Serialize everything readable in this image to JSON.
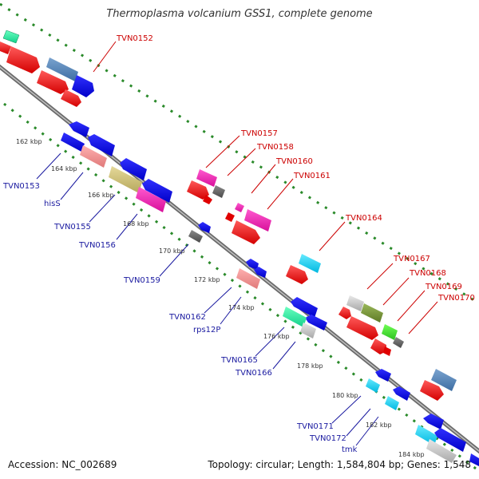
{
  "title": "Thermoplasma volcanium GSS1, complete genome",
  "footer": {
    "accession": "Accession: NC_002689",
    "topology": "Topology: circular; Length: 1,584,804 bp; Genes: 1,548"
  },
  "colors": {
    "backbone": "#808080",
    "dots": "#228b22",
    "forward_label": "#cc0000",
    "reverse_label": "#1a1aa0",
    "kbp_label": "#333333"
  },
  "kbp_ticks": [
    "162 kbp",
    "164 kbp",
    "166 kbp",
    "168 kbp",
    "170 kbp",
    "172 kbp",
    "174 kbp",
    "176 kbp",
    "178 kbp",
    "180 kbp",
    "182 kbp",
    "184 kbp"
  ],
  "forward_labels": [
    "TVN0152",
    "TVN0157",
    "TVN0158",
    "TVN0160",
    "TVN0161",
    "TVN0164",
    "TVN0167",
    "TVN0168",
    "TVN0169",
    "TVN0170"
  ],
  "reverse_labels": [
    "TVN0153",
    "hisS",
    "TVN0155",
    "TVN0156",
    "TVN0159",
    "TVN0162",
    "rps12P",
    "TVN0165",
    "TVN0166",
    "TVN0171",
    "TVN0172",
    "tmk"
  ]
}
